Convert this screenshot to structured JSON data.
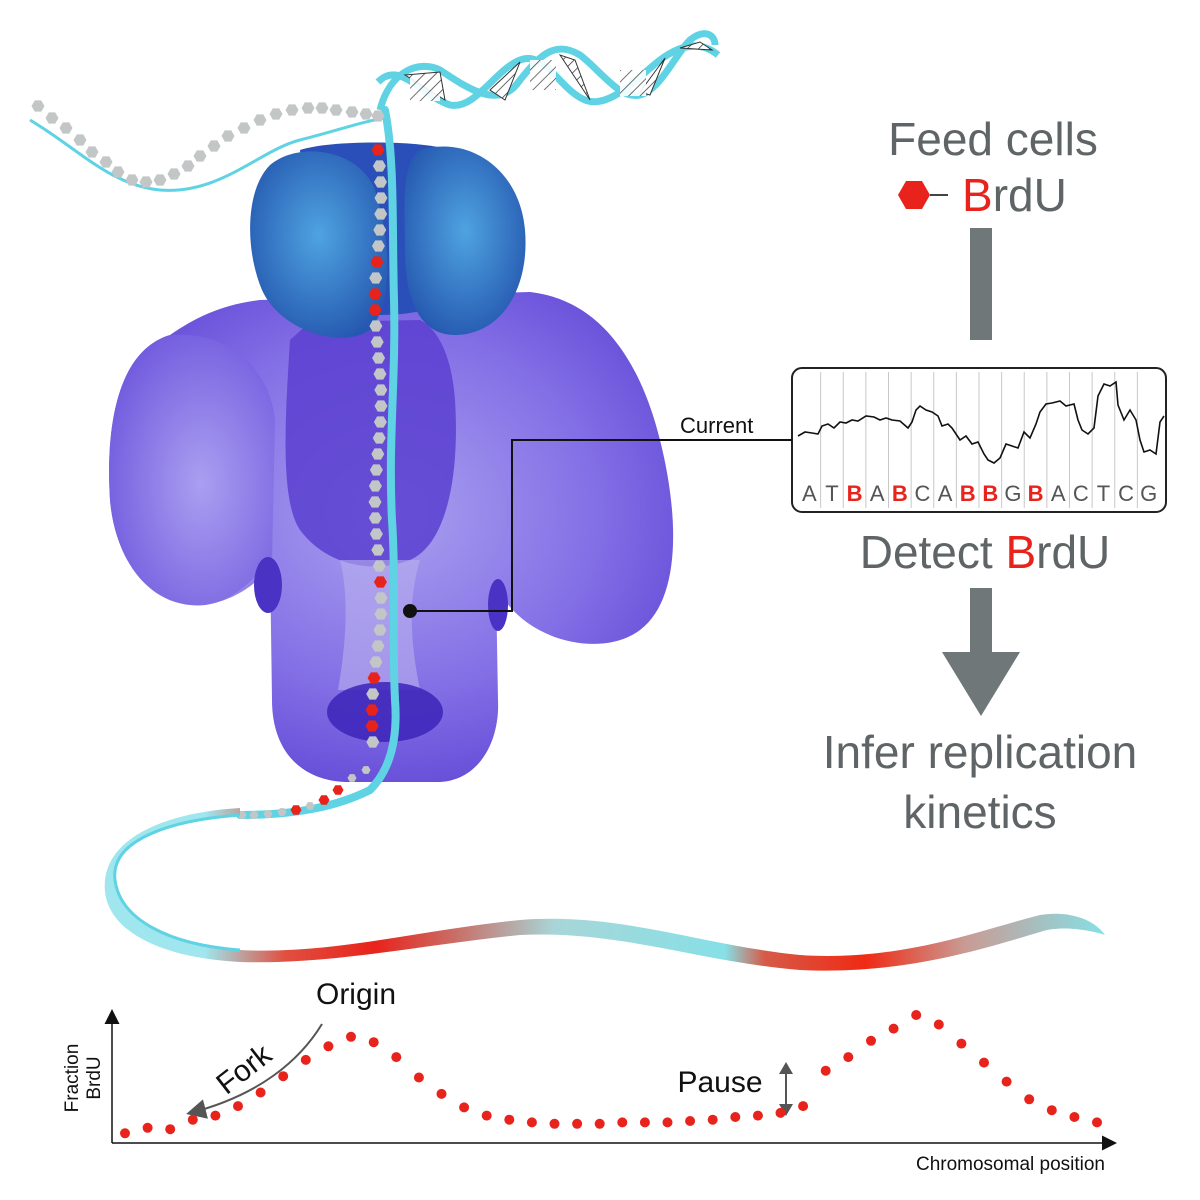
{
  "workflow": {
    "feed_line1": "Feed cells",
    "feed_brdu_b": "B",
    "feed_brdu_rest": "rdU",
    "detect_prefix": "Detect ",
    "detect_b": "B",
    "detect_rest": "rdU",
    "infer_line1": "Infer replication",
    "infer_line2": "kinetics",
    "current_label": "Current",
    "sequence": [
      "A",
      "T",
      "B",
      "A",
      "B",
      "C",
      "A",
      "B",
      "B",
      "G",
      "B",
      "A",
      "C",
      "T",
      "C",
      "G"
    ]
  },
  "colors": {
    "brdu_red": "#e8231b",
    "dna_cyan": "#5fd3e3",
    "pore_purple": "#7a60e0",
    "motor_blue": "#2f6fc4",
    "text_gray": "#5f6566"
  },
  "plot": {
    "ylabel_line1": "Fraction",
    "ylabel_line2": "BrdU",
    "xlabel": "Chromosomal position",
    "origin_label": "Origin",
    "fork_label": "Fork",
    "pause_label": "Pause"
  },
  "chart_data": {
    "type": "scatter",
    "xlabel": "Chromosomal position",
    "ylabel": "Fraction BrdU",
    "x": [
      1,
      2,
      3,
      4,
      5,
      6,
      7,
      8,
      9,
      10,
      11,
      12,
      13,
      14,
      15,
      16,
      17,
      18,
      19,
      20,
      21,
      22,
      23,
      24,
      25,
      26,
      27,
      28,
      29,
      30,
      31,
      32,
      33,
      34,
      35,
      36,
      37,
      38,
      39,
      40,
      41,
      42,
      43,
      44
    ],
    "y": [
      0.02,
      0.06,
      0.05,
      0.12,
      0.15,
      0.22,
      0.32,
      0.44,
      0.56,
      0.66,
      0.73,
      0.69,
      0.58,
      0.43,
      0.31,
      0.21,
      0.15,
      0.12,
      0.1,
      0.09,
      0.09,
      0.09,
      0.1,
      0.1,
      0.1,
      0.11,
      0.12,
      0.14,
      0.15,
      0.17,
      0.22,
      0.48,
      0.58,
      0.7,
      0.79,
      0.89,
      0.82,
      0.68,
      0.54,
      0.4,
      0.27,
      0.19,
      0.14,
      0.1
    ],
    "grid": false
  }
}
